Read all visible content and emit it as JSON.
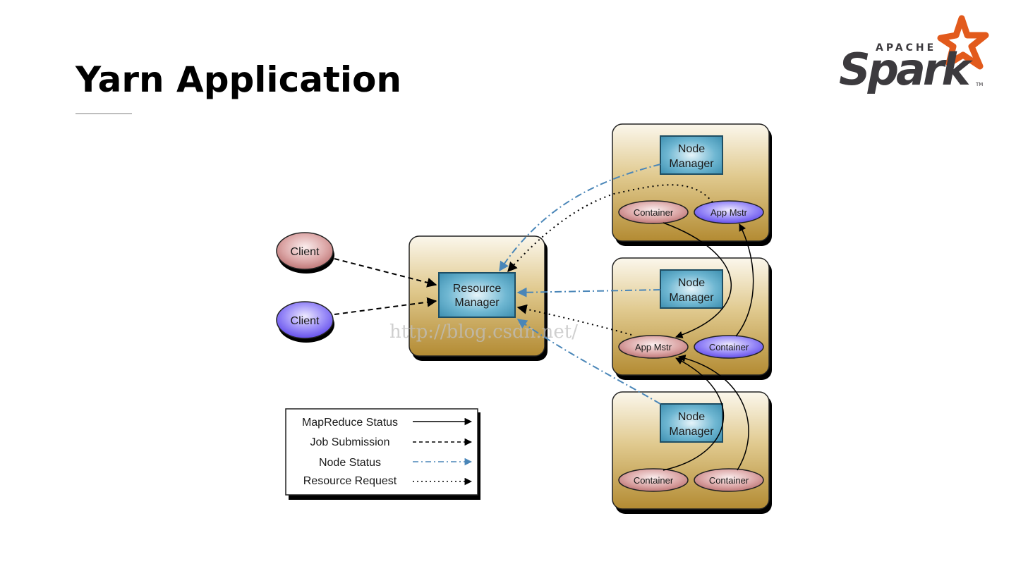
{
  "slide": {
    "title": "Yarn Application"
  },
  "logo": {
    "small_text": "APACHE",
    "wordmark": "Spark",
    "trademark": "TM",
    "star_color": "#e25a1c",
    "text_color": "#3c3a3e"
  },
  "diagram": {
    "clients": [
      {
        "label": "Client",
        "color": "#c27a7a"
      },
      {
        "label": "Client",
        "color": "#7a6cf0"
      }
    ],
    "resource_manager": {
      "label_line1": "Resource",
      "label_line2": "Manager"
    },
    "nodes": [
      {
        "manager": {
          "label_line1": "Node",
          "label_line2": "Manager"
        },
        "processes": [
          {
            "label": "Container",
            "kind": "container"
          },
          {
            "label": "App Mstr",
            "kind": "app-master"
          }
        ]
      },
      {
        "manager": {
          "label_line1": "Node",
          "label_line2": "Manager"
        },
        "processes": [
          {
            "label": "App Mstr",
            "kind": "app-master"
          },
          {
            "label": "Container",
            "kind": "container"
          }
        ]
      },
      {
        "manager": {
          "label_line1": "Node",
          "label_line2": "Manager"
        },
        "processes": [
          {
            "label": "Container",
            "kind": "container"
          },
          {
            "label": "Container",
            "kind": "container"
          }
        ]
      }
    ],
    "legend": [
      {
        "label": "MapReduce Status",
        "style": "solid",
        "color": "#000000"
      },
      {
        "label": "Job Submission",
        "style": "dashed",
        "color": "#000000"
      },
      {
        "label": "Node Status",
        "style": "dash-dot",
        "color": "#4a86b8"
      },
      {
        "label": "Resource Request",
        "style": "dotted",
        "color": "#000000"
      }
    ],
    "watermark": "http://blog.csdn.net/",
    "colors": {
      "node_box_top": "#f7f1e0",
      "node_box_bottom": "#b8913a",
      "manager_box": "#4ba0c0",
      "pink_ellipse": "#c98787",
      "purple_ellipse": "#7866f2",
      "node_status_line": "#4a86b8"
    }
  }
}
